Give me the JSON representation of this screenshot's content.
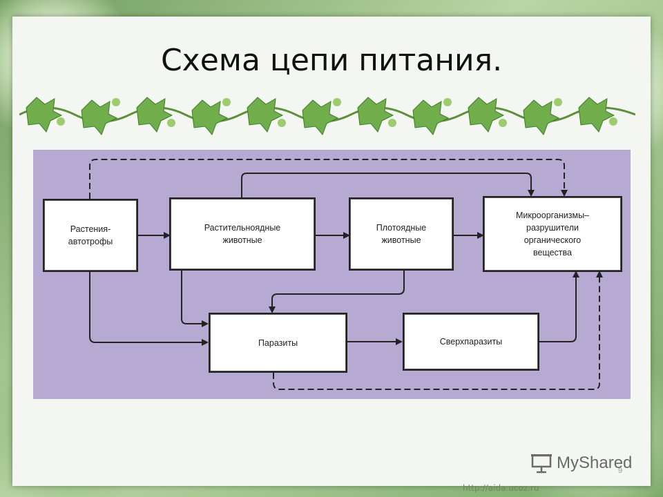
{
  "title": "Схема цепи питания.",
  "boxes": {
    "plants": "Растения-\nавтотрофы",
    "herbivores": "Растительноядные\nживотные",
    "carnivores": "Плотоядные\nживотные",
    "microorganisms": "Микроорганизмы–\nразрушители\nорганического\nвещества",
    "parasites": "Паразиты",
    "hyperparasites": "Сверхпаразиты"
  },
  "logo": "MyShared",
  "page_number": "9",
  "url": "http://aida.ucoz.ru",
  "colors": {
    "diagram_bg": "#b6a9d2",
    "box_bg": "#ffffff",
    "line": "#222222"
  }
}
